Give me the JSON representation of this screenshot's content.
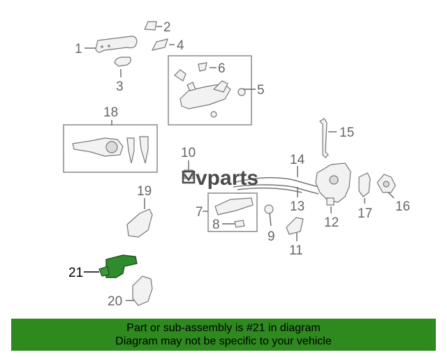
{
  "diagram": {
    "callouts": [
      "1",
      "2",
      "3",
      "4",
      "5",
      "6",
      "7",
      "8",
      "9",
      "10",
      "11",
      "12",
      "13",
      "14",
      "15",
      "16",
      "17",
      "18",
      "19",
      "20",
      "21"
    ],
    "highlighted_callout": "21",
    "highlight_color": "#2e8a1e"
  },
  "watermark": {
    "text": "vparts"
  },
  "banner": {
    "line1": "Part or sub-assembly is #21 in diagram",
    "line2": "Diagram may not be specific to your vehicle",
    "background": "#2e8a1e"
  }
}
